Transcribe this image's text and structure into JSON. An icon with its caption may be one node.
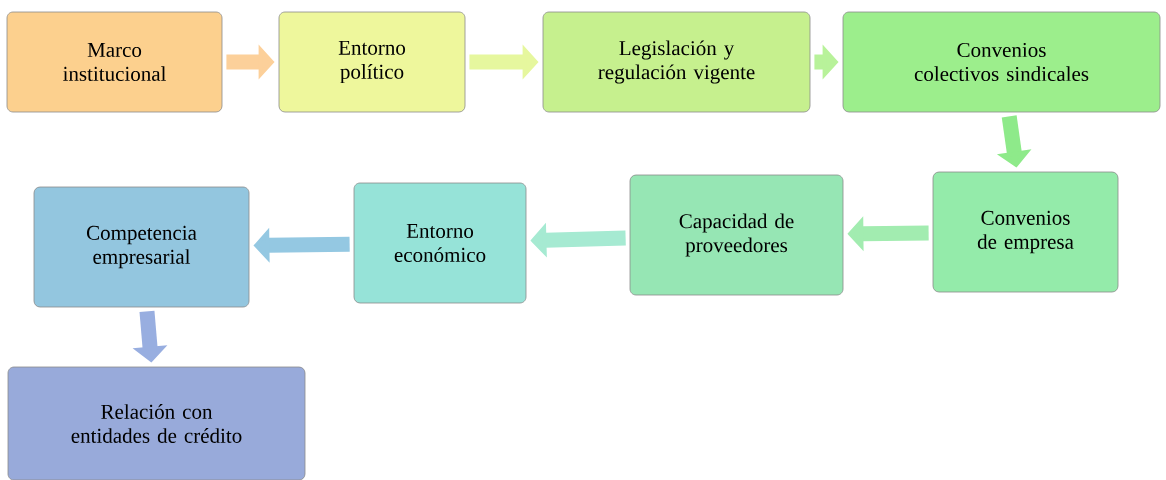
{
  "diagram": {
    "nodes": [
      {
        "text": [
          "Marco institucional"
        ]
      },
      {
        "text": [
          "Entorno político"
        ]
      },
      {
        "text": [
          "Legislación y regulación vigente"
        ]
      },
      {
        "text": [
          "Convenios colectivos sindicales"
        ]
      },
      {
        "text": [
          "Convenios de empresa"
        ]
      },
      {
        "text": [
          "Capacidad de proveedores"
        ]
      },
      {
        "text": [
          "Entorno económico"
        ]
      },
      {
        "text": [
          "Competencia empresarial"
        ]
      },
      {
        "text": [
          "Relación con entidades de crédito"
        ]
      }
    ],
    "edges": [
      {
        "from": 0,
        "to": 1,
        "arrow": "to",
        "color": "#fcd09a"
      },
      {
        "from": 1,
        "to": 2,
        "arrow": "to",
        "color": "#e6f79e"
      },
      {
        "from": 2,
        "to": 3,
        "arrow": "to",
        "color": "#b8f29a"
      },
      {
        "from": 3,
        "to": 4,
        "arrow": "to",
        "color": "#8eea8a"
      },
      {
        "from": 4,
        "to": 5,
        "arrow": "to",
        "color": "#a2ecb0"
      },
      {
        "from": 5,
        "to": 6,
        "arrow": "to",
        "color": "#a6ead2"
      },
      {
        "from": 6,
        "to": 7,
        "arrow": "to",
        "color": "#94c8e2"
      },
      {
        "from": 7,
        "to": 8,
        "arrow": "to",
        "color": "#98aee0"
      }
    ]
  }
}
